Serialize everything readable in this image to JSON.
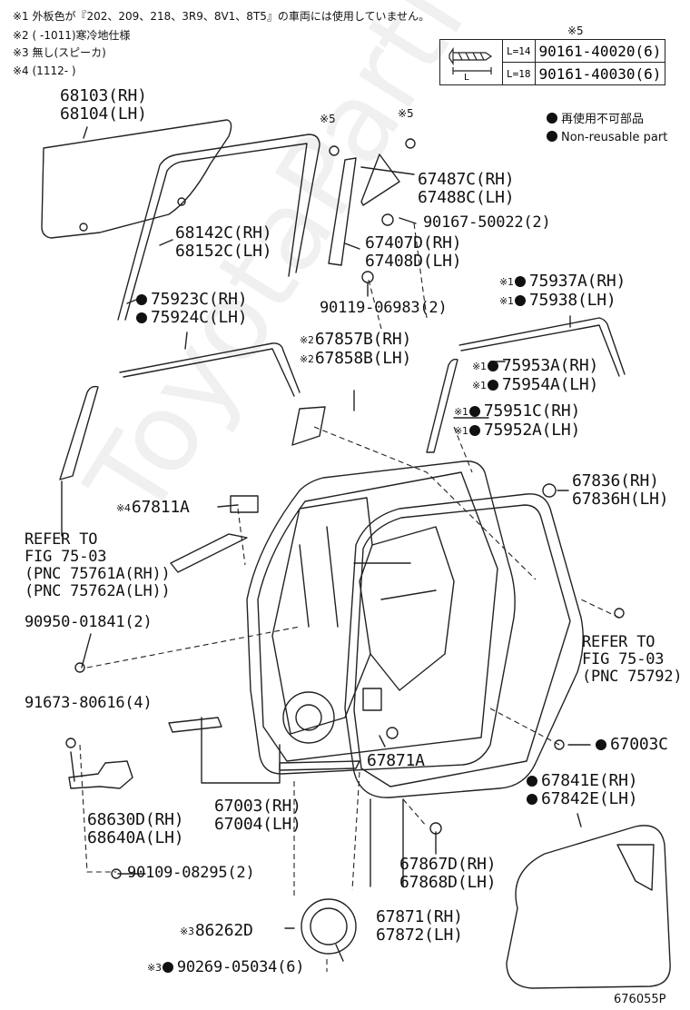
{
  "notes": {
    "n1": "※1 外板色が『202、209、218、3R9、8V1、8T5』の車両には使用していません。",
    "n2": "※2 (     -1011)寒冷地仕様",
    "n3": "※3 無し(スピーカ)",
    "n4": "※4 (1112-     )"
  },
  "fastener_table": {
    "heading": "※5",
    "size_label": "L",
    "rows": [
      {
        "size": "L=14",
        "part": "90161-40020(6)"
      },
      {
        "size": "L=18",
        "part": "90161-40030(6)"
      }
    ]
  },
  "legend": {
    "jp": "再使用不可部品",
    "en": "Non-reusable part"
  },
  "markers": {
    "m1": "※1",
    "m2": "※2",
    "m3": "※3",
    "m4": "※4",
    "m5": "※5"
  },
  "labels": {
    "glass": [
      "68103(RH)",
      "68104(LH)"
    ],
    "channel": [
      "68142C(RH)",
      "68152C(LH)"
    ],
    "outer_belt": [
      "75923C(RH)",
      "75924C(LH)"
    ],
    "div_bar": [
      "67487C(RH)",
      "67488C(LH)"
    ],
    "screw1": "90167-50022(2)",
    "sash": [
      "67407D(RH)",
      "67408D(LH)"
    ],
    "bolt1": "90119-06983(2)",
    "film": [
      "67857B(RH)",
      "67858B(LH)"
    ],
    "moulding1": [
      "75937A(RH)",
      "75938(LH)"
    ],
    "moulding2": [
      "75953A(RH)",
      "75954A(LH)"
    ],
    "moulding3": [
      "75951C(RH)",
      "75952A(LH)"
    ],
    "pad": "67811A",
    "refer1": [
      "REFER TO",
      "FIG 75-03",
      "(PNC 75761A(RH))",
      "(PNC 75762A(LH))"
    ],
    "plug1": [
      "67836(RH)",
      "67836H(LH)"
    ],
    "clip1": "90950-01841(2)",
    "refer2": [
      "REFER TO",
      "FIG 75-03",
      "(PNC 75792)"
    ],
    "bolt2": "91673-80616(4)",
    "hole_plug": "67003C",
    "weatherstrip": "67871A",
    "cover": [
      "67841E(RH)",
      "67842E(LH)"
    ],
    "check": [
      "68630D(RH)",
      "68640A(LH)"
    ],
    "door_panel": [
      "67003(RH)",
      "67004(LH)"
    ],
    "bolt3": "90109-08295(2)",
    "seal": [
      "67867D(RH)",
      "67868D(LH)"
    ],
    "speaker": "86262D",
    "screw2": "90269-05034(6)",
    "weatherstrip2": [
      "67871(RH)",
      "67872(LH)"
    ],
    "fig_number": "676055P"
  },
  "watermark": "ToyotaPartMotor.ru"
}
